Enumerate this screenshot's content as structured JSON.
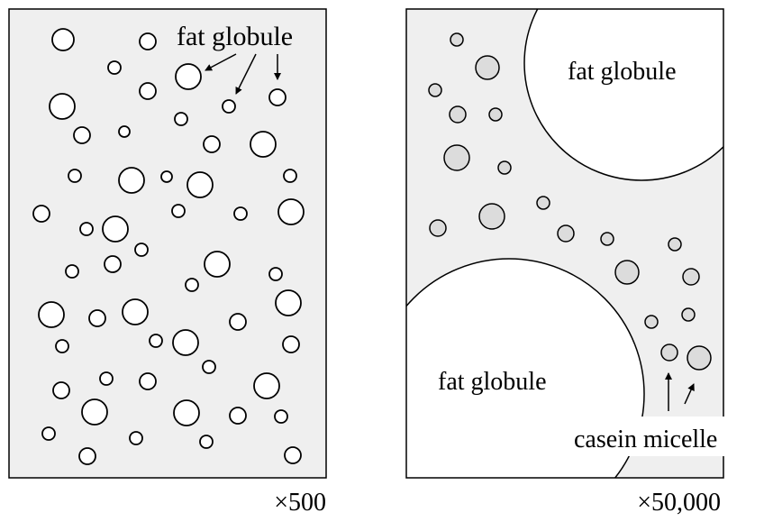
{
  "left_panel": {
    "label": "fat globule",
    "magnification": "×500"
  },
  "right_panel": {
    "label_top": "fat globule",
    "label_bottom": "fat globule",
    "micelle_label": "casein micelle",
    "magnification": "×50,000"
  },
  "colors": {
    "panel_fill": "#efefef",
    "globule_fill": "#ffffff",
    "micelle_fill": "#dcdcdc",
    "stroke": "#000000"
  }
}
